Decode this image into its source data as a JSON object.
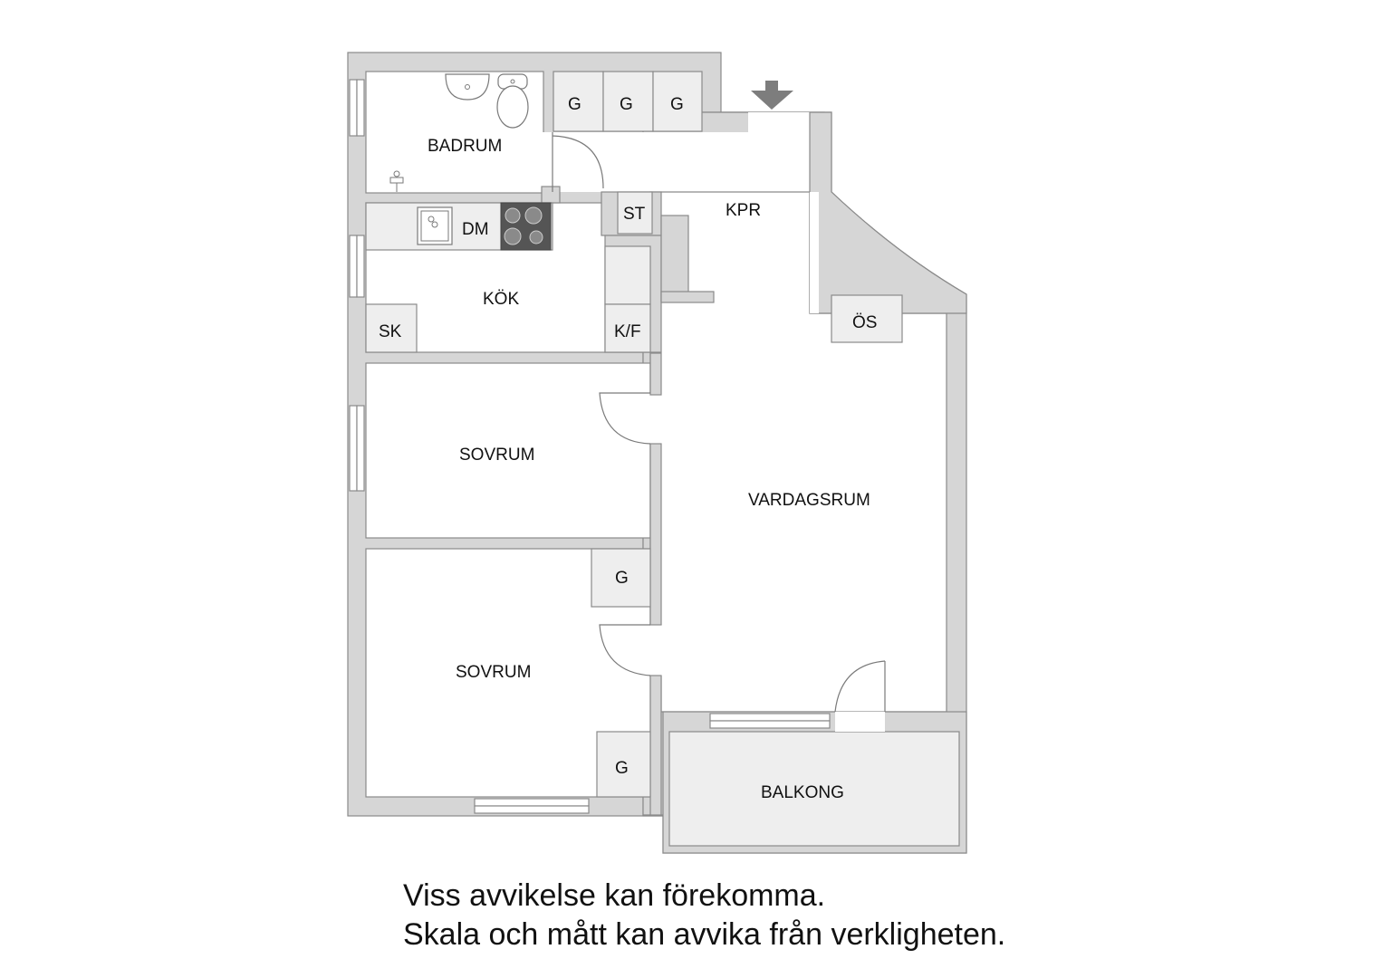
{
  "rooms": {
    "bathroom": "BADRUM",
    "kitchen": "KÖK",
    "hall": "KPR",
    "bedroom_1": "SOVRUM",
    "bedroom_2": "SOVRUM",
    "living_room": "VARDAGSRUM",
    "balcony": "BALKONG"
  },
  "fixtures": {
    "wardrobe_hall_1": "G",
    "wardrobe_hall_2": "G",
    "wardrobe_hall_3": "G",
    "dishwasher": "DM",
    "closet_st": "ST",
    "cabinet_sk": "SK",
    "fridge_freezer": "K/F",
    "coat_storage": "ÖS",
    "wardrobe_bedroom_upper": "G",
    "wardrobe_bedroom_lower": "G"
  },
  "disclaimer": {
    "line1": "Viss avvikelse kan förekomma.",
    "line2": "Skala och mått kan avvika från verkligheten."
  },
  "colors": {
    "wall": "#d6d6d6",
    "outline": "#8a8a8a",
    "fixture": "#eeeeee",
    "stove": "#555555",
    "entrance_arrow": "#7d7d7d"
  },
  "icons": [
    "entrance-arrow-icon",
    "sink-icon",
    "toilet-icon",
    "shower-icon",
    "kitchen-sink-icon",
    "stove-icon"
  ]
}
